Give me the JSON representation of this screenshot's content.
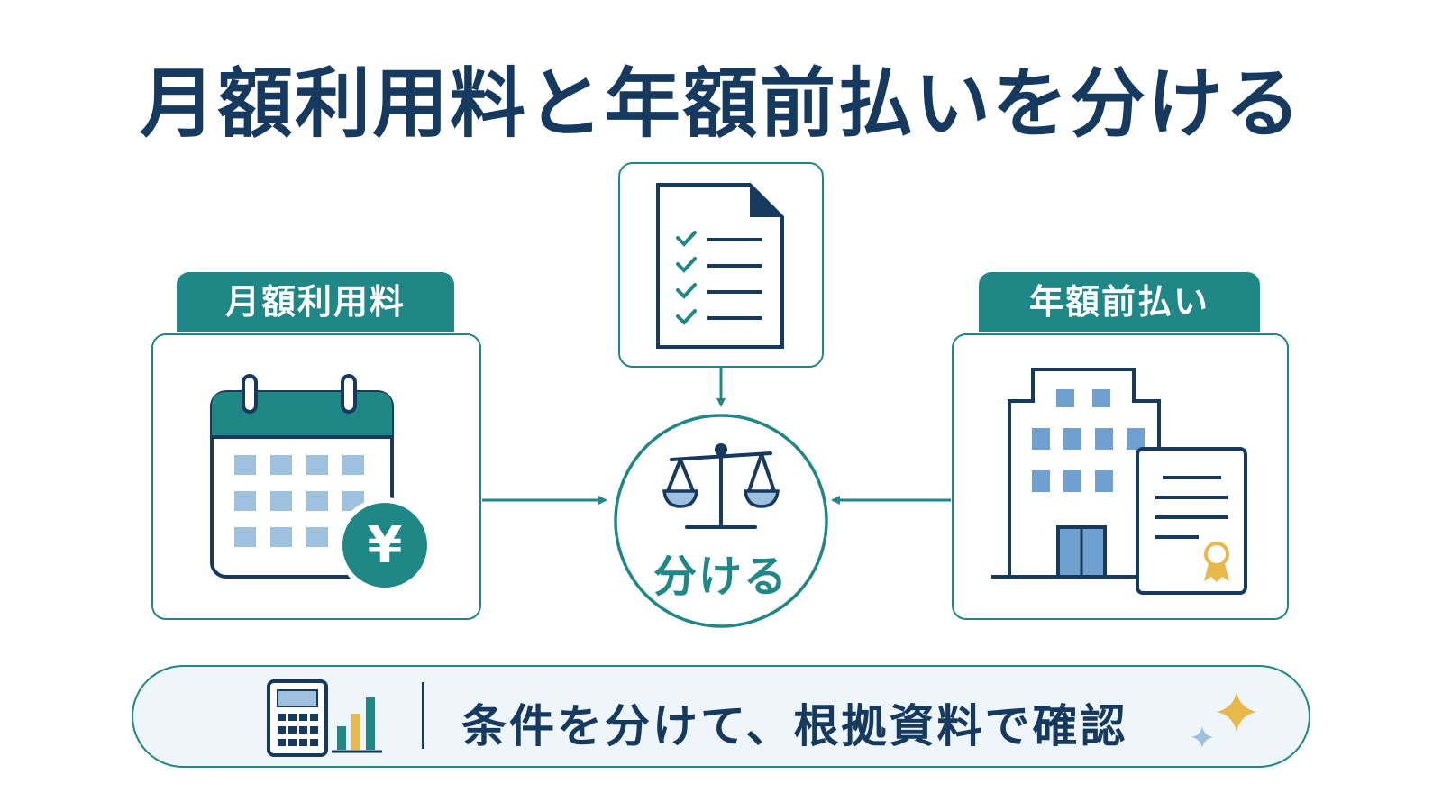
{
  "title": "月額利用料と年額前払いを分ける",
  "left_panel": {
    "label": "月額利用料",
    "icon": "calendar-yen-icon",
    "yen_symbol": "¥"
  },
  "right_panel": {
    "label": "年額前払い",
    "icon": "building-certificate-icon"
  },
  "top_panel": {
    "icon": "checklist-document-icon"
  },
  "center": {
    "label": "分ける",
    "icon": "balance-scale-icon"
  },
  "banner": {
    "text": "条件を分けて、根拠資料で確認",
    "icons": [
      "calculator-icon",
      "bar-chart-icon",
      "sparkle-icon"
    ]
  },
  "colors": {
    "navy": "#163a5f",
    "teal": "#1f8785",
    "light_blue": "#9fc1e0",
    "gold": "#e8b84a",
    "banner_bg": "#eef5fb"
  }
}
